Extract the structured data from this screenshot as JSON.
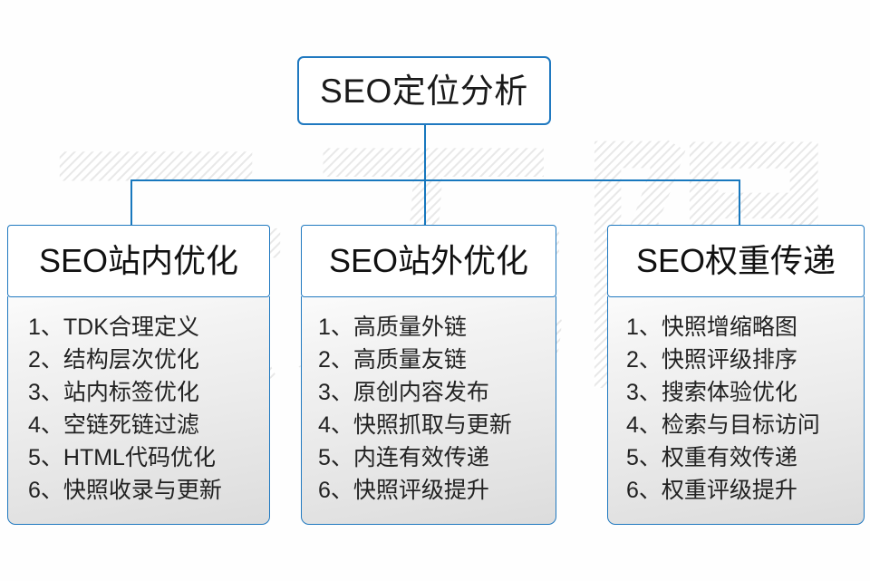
{
  "diagram": {
    "title_node": {
      "label": "SEO定位分析"
    },
    "accent_color": "#2079c0",
    "connector_color": "#1878be",
    "watermark_text": "云无限",
    "columns": [
      {
        "header": "SEO站内优化",
        "items": [
          "1、TDK合理定义",
          "2、结构层次优化",
          "3、站内标签优化",
          "4、空链死链过滤",
          "5、HTML代码优化",
          "6、快照收录与更新"
        ]
      },
      {
        "header": "SEO站外优化",
        "items": [
          "1、高质量外链",
          "2、高质量友链",
          "3、原创内容发布",
          "4、快照抓取与更新",
          "5、内连有效传递",
          "6、快照评级提升"
        ]
      },
      {
        "header": "SEO权重传递",
        "items": [
          "1、快照增缩略图",
          "2、快照评级排序",
          "3、搜索体验优化",
          "4、检索与目标访问",
          "5、权重有效传递",
          "6、权重评级提升"
        ]
      }
    ]
  }
}
